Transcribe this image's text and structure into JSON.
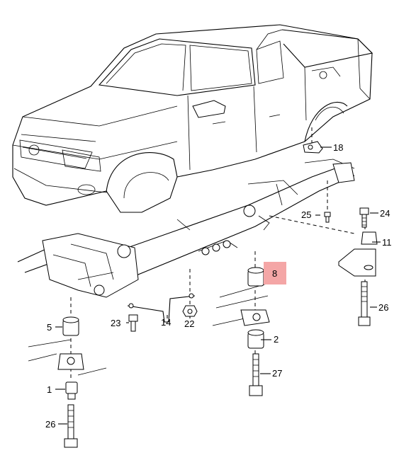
{
  "callouts": {
    "p18": "18",
    "p25": "25",
    "p24": "24",
    "p11": "11",
    "p8": "8",
    "p26_right": "26",
    "p5": "5",
    "p23": "23",
    "p14": "14",
    "p22": "22",
    "p2": "2",
    "p27": "27",
    "p1": "1",
    "p26_left": "26"
  },
  "colors": {
    "highlight": "#f4a6a6",
    "line": "#000000"
  }
}
